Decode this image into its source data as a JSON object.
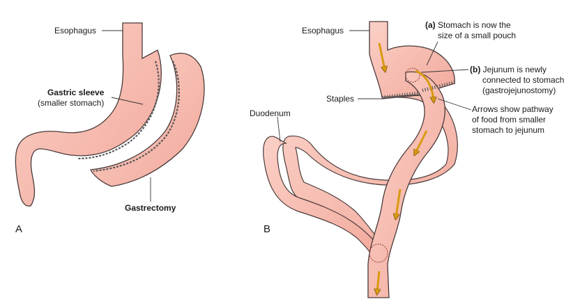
{
  "panel_a": {
    "letter": "A",
    "esophagus": "Esophagus",
    "sleeve_title": "Gastric sleeve",
    "sleeve_sub": "(smaller stomach)",
    "gastrectomy": "Gastrectomy"
  },
  "panel_b": {
    "letter": "B",
    "esophagus": "Esophagus",
    "staples": "Staples",
    "duodenum": "Duodenum",
    "pouch_tag": "(a)",
    "pouch_line1": "Stomach is now the",
    "pouch_line2": "size of a small pouch",
    "jejunum_tag": "(b)",
    "jejunum_line1": "Jejunum is newly",
    "jejunum_line2": "connected to stomach",
    "jejunum_line3": "(gastrojejunostomy)",
    "arrows_line1": "Arrows show pathway",
    "arrows_line2": "of food from smaller",
    "arrows_line3": "stomach to jejunum"
  },
  "colors": {
    "tissue": "#f6b9ae",
    "tissue_dark": "#e89a8e",
    "outline": "#4a3a3a",
    "arrow": "#d99a10",
    "staple": "#555555"
  }
}
